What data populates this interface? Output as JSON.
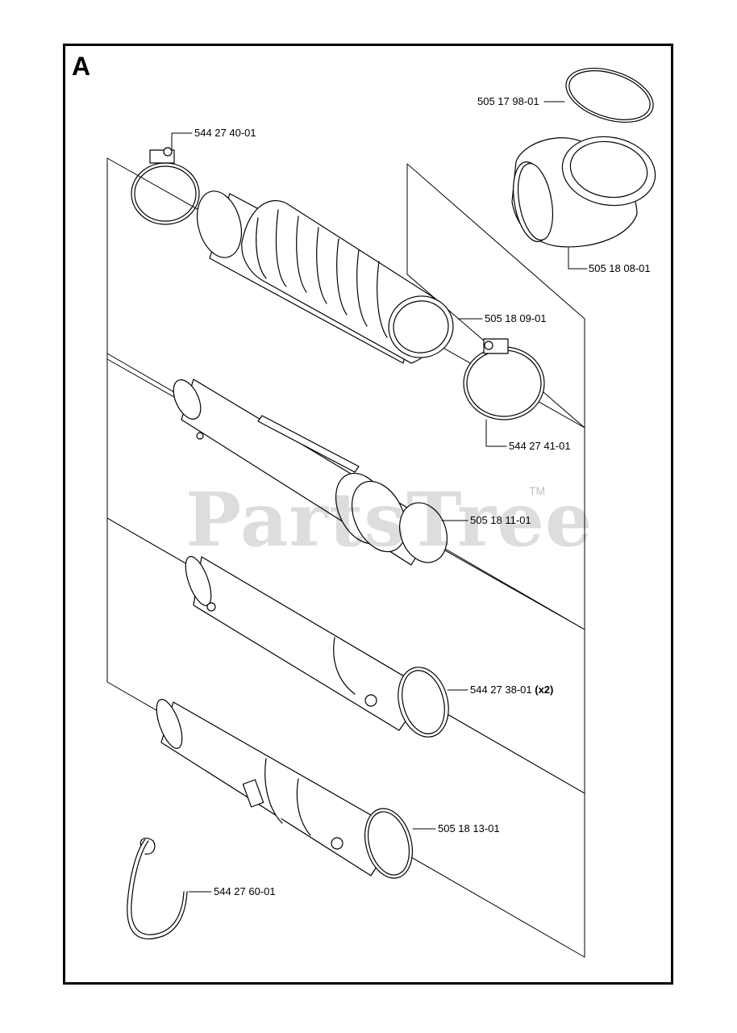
{
  "section": {
    "letter": "A"
  },
  "watermark": {
    "text": "PartsTree",
    "tm": "TM"
  },
  "parts": [
    {
      "number": "505 17 98-01",
      "name": "o-ring"
    },
    {
      "number": "544 27 40-01",
      "name": "hose-clamp-small"
    },
    {
      "number": "505 18 08-01",
      "name": "elbow"
    },
    {
      "number": "505 18 09-01",
      "name": "flex-hose"
    },
    {
      "number": "544 27 41-01",
      "name": "hose-clamp-large"
    },
    {
      "number": "505 18 11-01",
      "name": "tube-1"
    },
    {
      "number": "544 27 38-01",
      "name": "tube-2",
      "quantity": "(x2)"
    },
    {
      "number": "505 18 13-01",
      "name": "tube-3"
    },
    {
      "number": "544 27 60-01",
      "name": "retaining-clip"
    }
  ],
  "colors": {
    "line": "#000000",
    "background": "#ffffff",
    "watermark": "#d9d9d9"
  }
}
